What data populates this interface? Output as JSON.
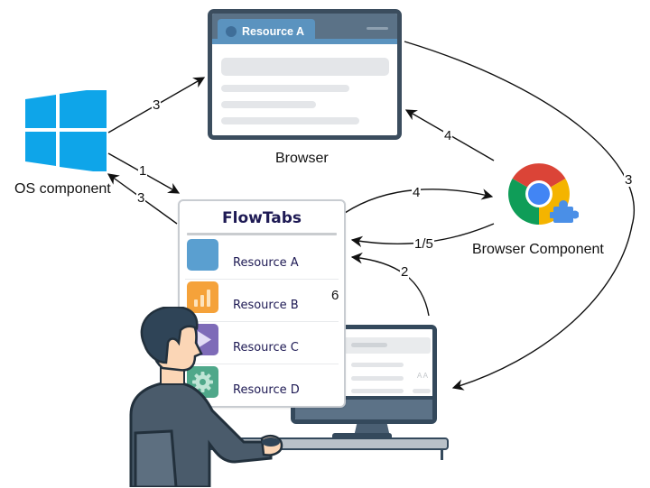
{
  "nodes": {
    "os_component": {
      "label": "OS component",
      "icon": "windows-logo-icon",
      "color": "#0ea5e9"
    },
    "browser": {
      "label": "Browser",
      "tab_label": "Resource A",
      "colors": {
        "frame": "#3b4d5e",
        "tab": "#5b93bf",
        "tabbar": "#5b7287"
      }
    },
    "browser_component": {
      "label": "Browser Component",
      "icon": "chrome-extension-icon"
    },
    "flowtabs": {
      "title": "FlowTabs",
      "items": [
        {
          "label": "Resource A",
          "icon": "blank-square-icon",
          "color": "#5a9fd0"
        },
        {
          "label": "Resource B",
          "icon": "bar-chart-icon",
          "color": "#f5a23a"
        },
        {
          "label": "Resource C",
          "icon": "play-icon",
          "color": "#7e6bb8"
        },
        {
          "label": "Resource D",
          "icon": "gear-icon",
          "color": "#4fa88a"
        }
      ]
    },
    "user": {
      "icon": "person-at-computer-icon"
    },
    "monitor": {
      "icon": "desktop-monitor-icon",
      "text_glyph": "A A"
    }
  },
  "edges": [
    {
      "id": "os-to-browser",
      "from": "OS component",
      "to": "Browser",
      "label": "3"
    },
    {
      "id": "os-to-flowtabs",
      "from": "OS component",
      "to": "FlowTabs",
      "label": "1"
    },
    {
      "id": "flowtabs-to-os",
      "from": "FlowTabs",
      "to": "OS component",
      "label": "3"
    },
    {
      "id": "component-to-browser",
      "from": "Browser Component",
      "to": "Browser",
      "label": "4"
    },
    {
      "id": "flowtabs-to-component",
      "from": "FlowTabs",
      "to": "Browser Component",
      "label": "4"
    },
    {
      "id": "component-to-flowtabs",
      "from": "Browser Component",
      "to": "FlowTabs",
      "label": "1/5"
    },
    {
      "id": "monitor-to-flowtabs",
      "from": "Monitor",
      "to": "FlowTabs",
      "label": "2"
    },
    {
      "id": "browser-to-monitor",
      "from": "Browser",
      "to": "Monitor",
      "label": "3"
    },
    {
      "id": "resource-c-to-a",
      "from": "Resource C",
      "to": "Resource A",
      "label": "6",
      "style": "dashed"
    }
  ]
}
